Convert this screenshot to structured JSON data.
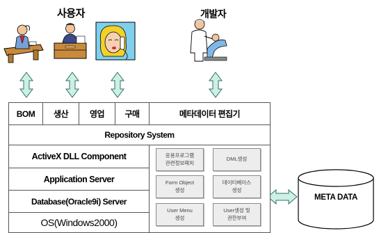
{
  "labels": {
    "users": "사용자",
    "developer": "개발자"
  },
  "top_row": {
    "bom": "BOM",
    "production": "생산",
    "sales": "영업",
    "purchase": "구매",
    "metadata_editor": "메타데이터 편집기"
  },
  "repository_system": "Repository System",
  "layers": {
    "activex": "ActiveX DLL Component",
    "app_server": "Application Server",
    "database": "Database(Oracle9i) Server",
    "os": "OS(Windows2000)"
  },
  "modules": {
    "app_info": "응용프로그램\n관련정보패치",
    "dml": "DML생성",
    "form_object": "Form Object\n생성",
    "db_gen": "데이터베이스\n생성",
    "user_menu": "User Menu\n생성",
    "user_auth": "User생성 및\n권한부여"
  },
  "meta_data": "META DATA",
  "colors": {
    "arrow_fill": "#ccefe6",
    "arrow_stroke": "#2f6f63",
    "module_fill": "#ededed",
    "border": "#555555"
  },
  "icons": [
    "businessman-at-desk-icon",
    "worker-at-desk-icon",
    "woman-on-phone-icon",
    "doctor-with-patient-icon"
  ]
}
